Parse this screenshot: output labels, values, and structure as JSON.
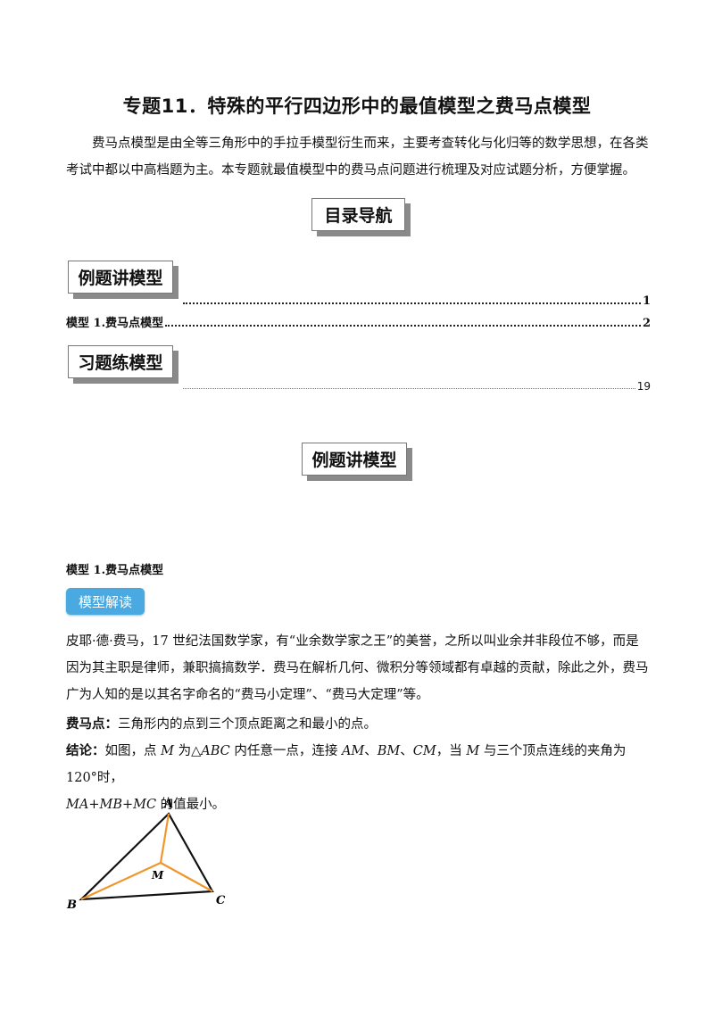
{
  "title": "专题11．特殊的平行四边形中的最值模型之费马点模型",
  "intro": "费马点模型是由全等三角形中的手拉手模型衍生而来，主要考查转化与化归等的数学思想，在各类考试中都以中高档题为主。本专题就最值模型中的费马点问题进行梳理及对应试题分析，方便掌握。",
  "nav_title": "目录导航",
  "toc": {
    "example_header": "例题讲模型",
    "example_page": "1",
    "model1_label": "模型 1.费马点模型",
    "model1_page": "2",
    "exercise_header": "习题练模型",
    "exercise_page": "19"
  },
  "section_header": "例题讲模型",
  "model_title": "模型 1.费马点模型",
  "badge": "模型解读",
  "history": "皮耶·德·费马，17 世纪法国数学家，有“业余数学家之王”的美誉，之所以叫业余并非段位不够，而是因为其主职是律师，兼职搞搞数学．费马在解析几何、微积分等领域都有卓越的贡献，除此之外，费马广为人知的是以其名字命名的“费马小定理”、“费马大定理”等。",
  "def_label": "费马点：",
  "def_text": "三角形内的点到三个顶点距离之和最小的点。",
  "conclusion": {
    "label": "结论：",
    "p1": "如图，点 ",
    "m1": "M",
    "p2": " 为△",
    "abc": "ABC",
    "p3": " 内任意一点，连接 ",
    "am": "AM",
    "s1": "、",
    "bm": "BM",
    "s2": "、",
    "cm": "CM",
    "p4": "，当 ",
    "m2": "M",
    "p5": " 与三个顶点连线的夹角为 120°时，",
    "sum": "MA+MB+MC",
    "p6": " 的值最小。"
  },
  "figure": {
    "label_a": "A",
    "label_b": "B",
    "label_c": "C",
    "label_m": "M",
    "triangle_color": "#111111",
    "segment_color": "#f0962a"
  },
  "colors": {
    "badge": "#4aa9e0",
    "box_shadow": "#8a8a8a"
  }
}
